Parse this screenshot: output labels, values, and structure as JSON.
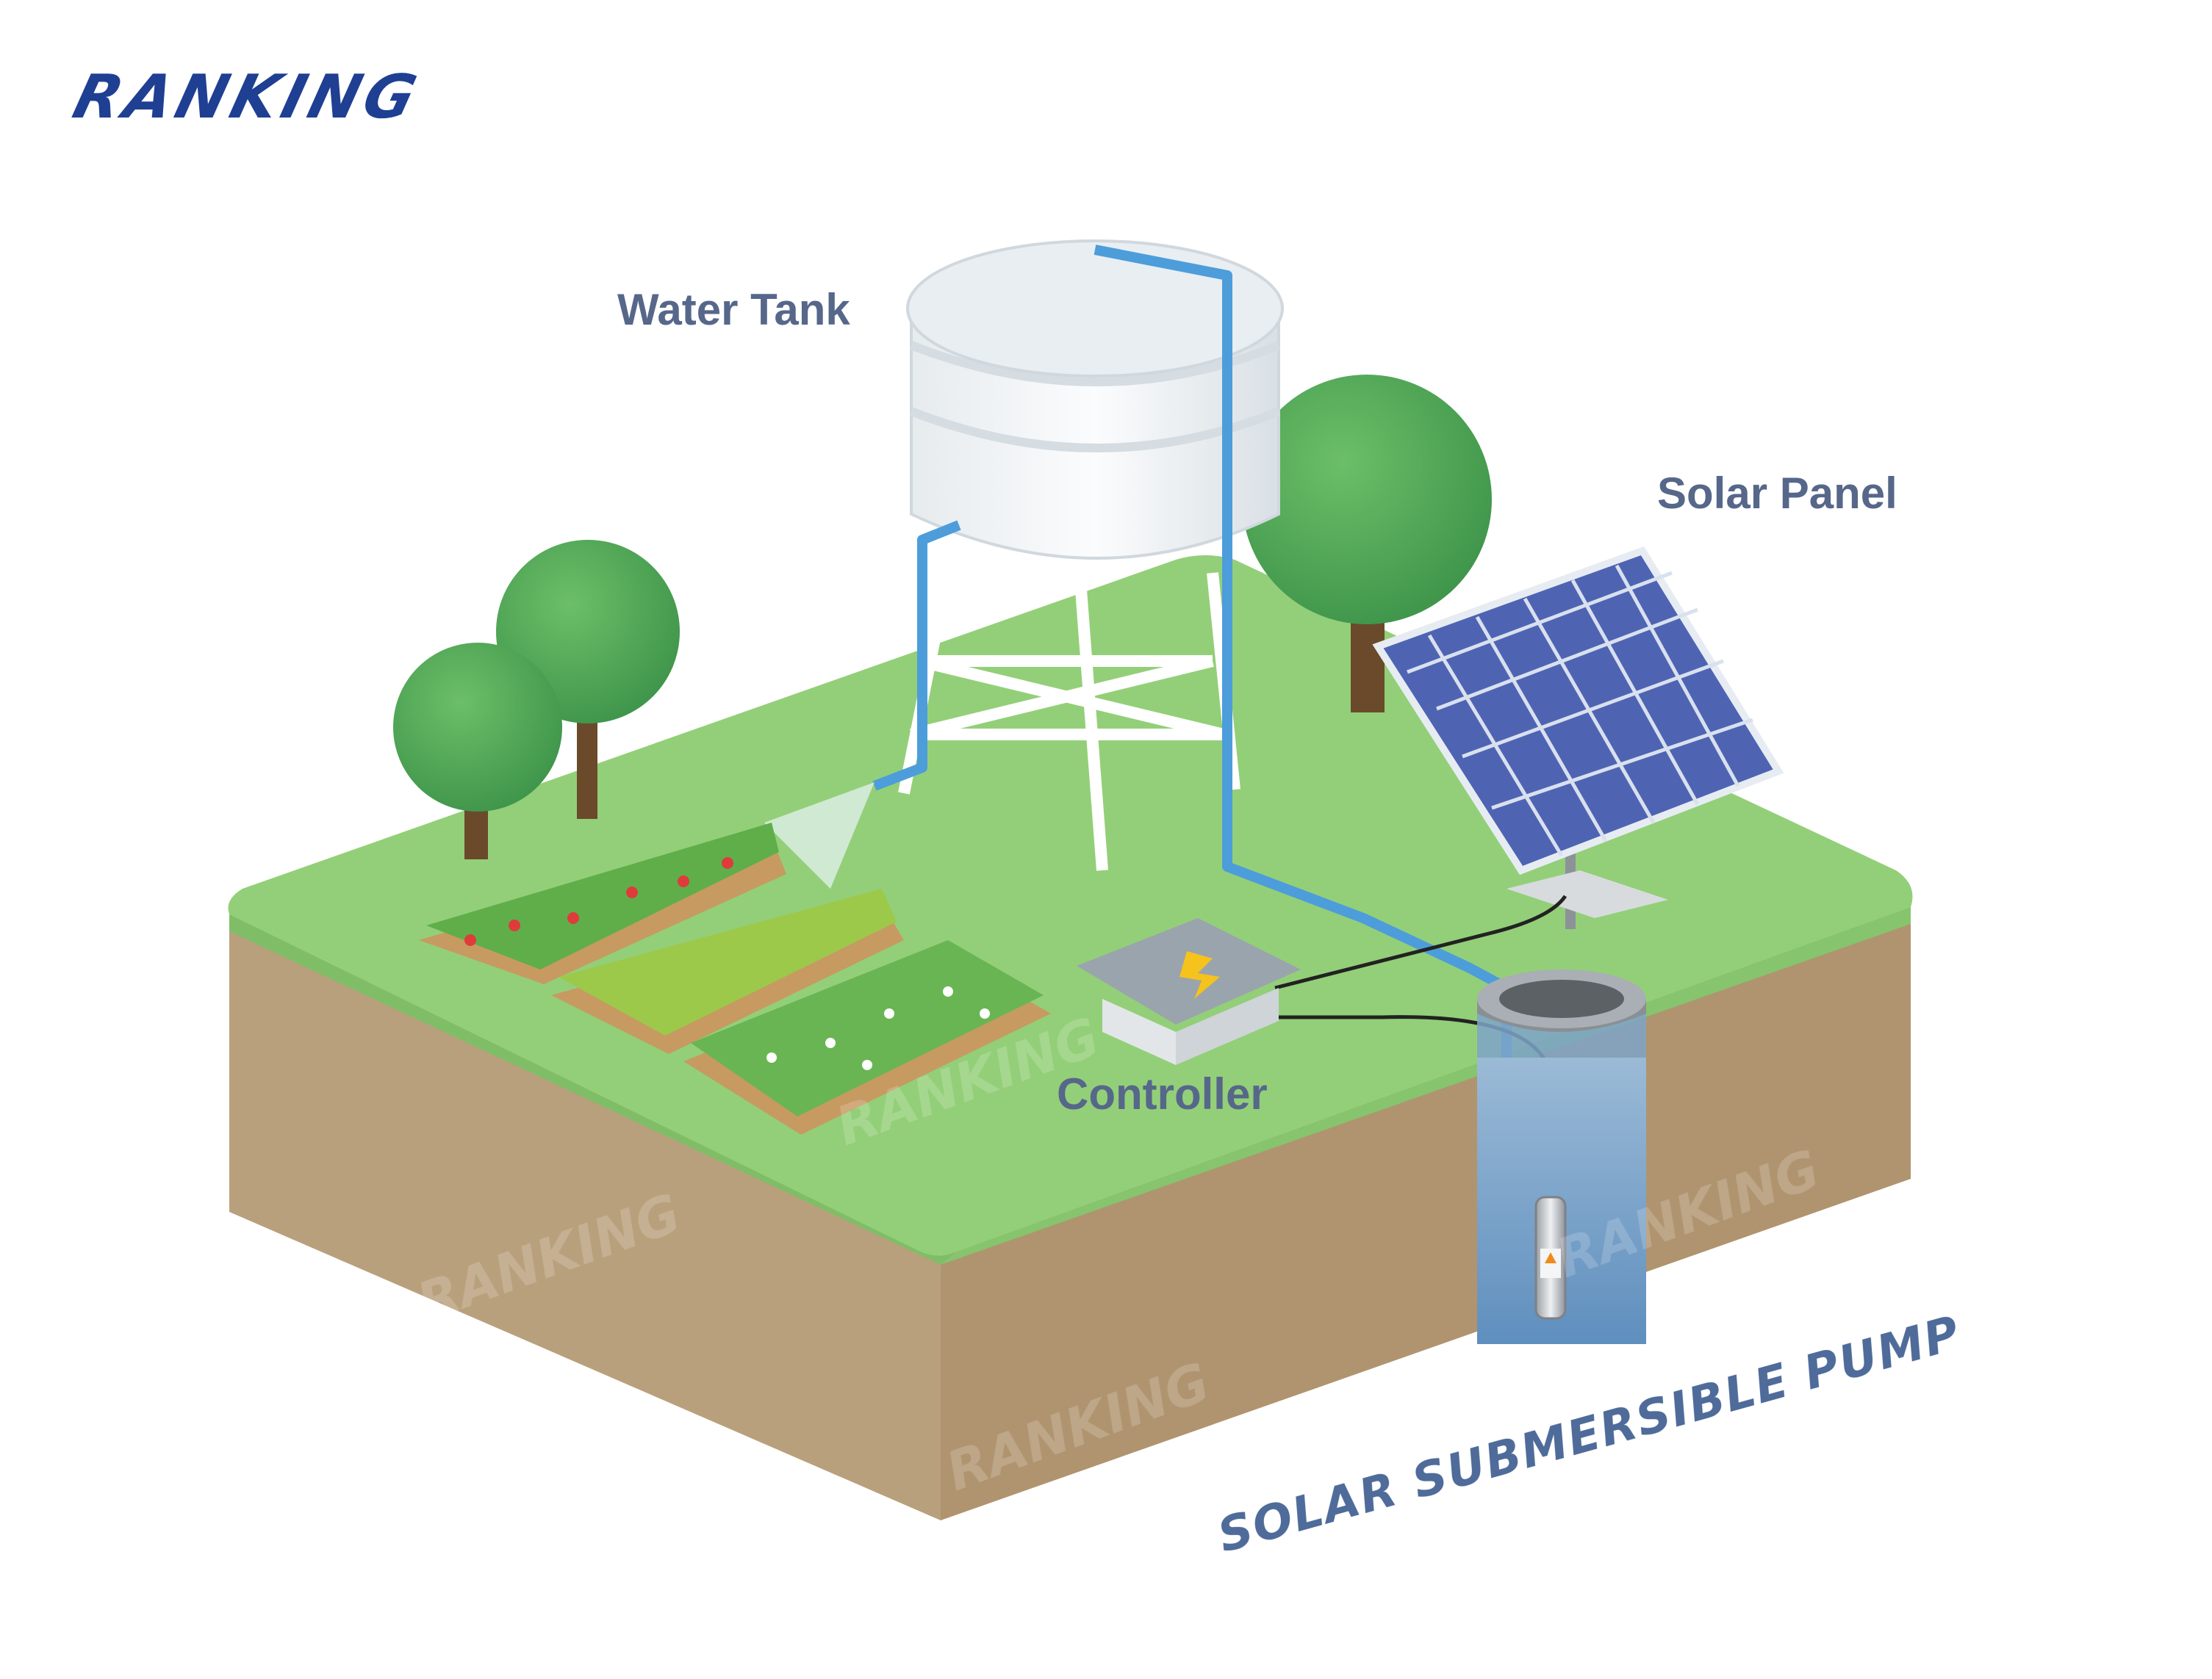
{
  "brand": {
    "name": "RANKING",
    "color": "#1f3f93"
  },
  "labels": {
    "water_tank": "Water Tank",
    "solar_panel": "Solar Panel",
    "controller": "Controller"
  },
  "product_title": "SOLAR SUBMERSIBLE PUMP",
  "colors": {
    "grass": "#92cf77",
    "soil": "#b79c78",
    "pipe": "#4d9ddb",
    "water": "#6d97bf",
    "panel_cell": "#4e64b3",
    "tree": "#4aa052",
    "trunk": "#6a4a2a",
    "label": "#56678a",
    "title": "#4e6b9a"
  },
  "icons": {
    "controller": "lightning-bolt-icon"
  },
  "watermark": "RANKING"
}
